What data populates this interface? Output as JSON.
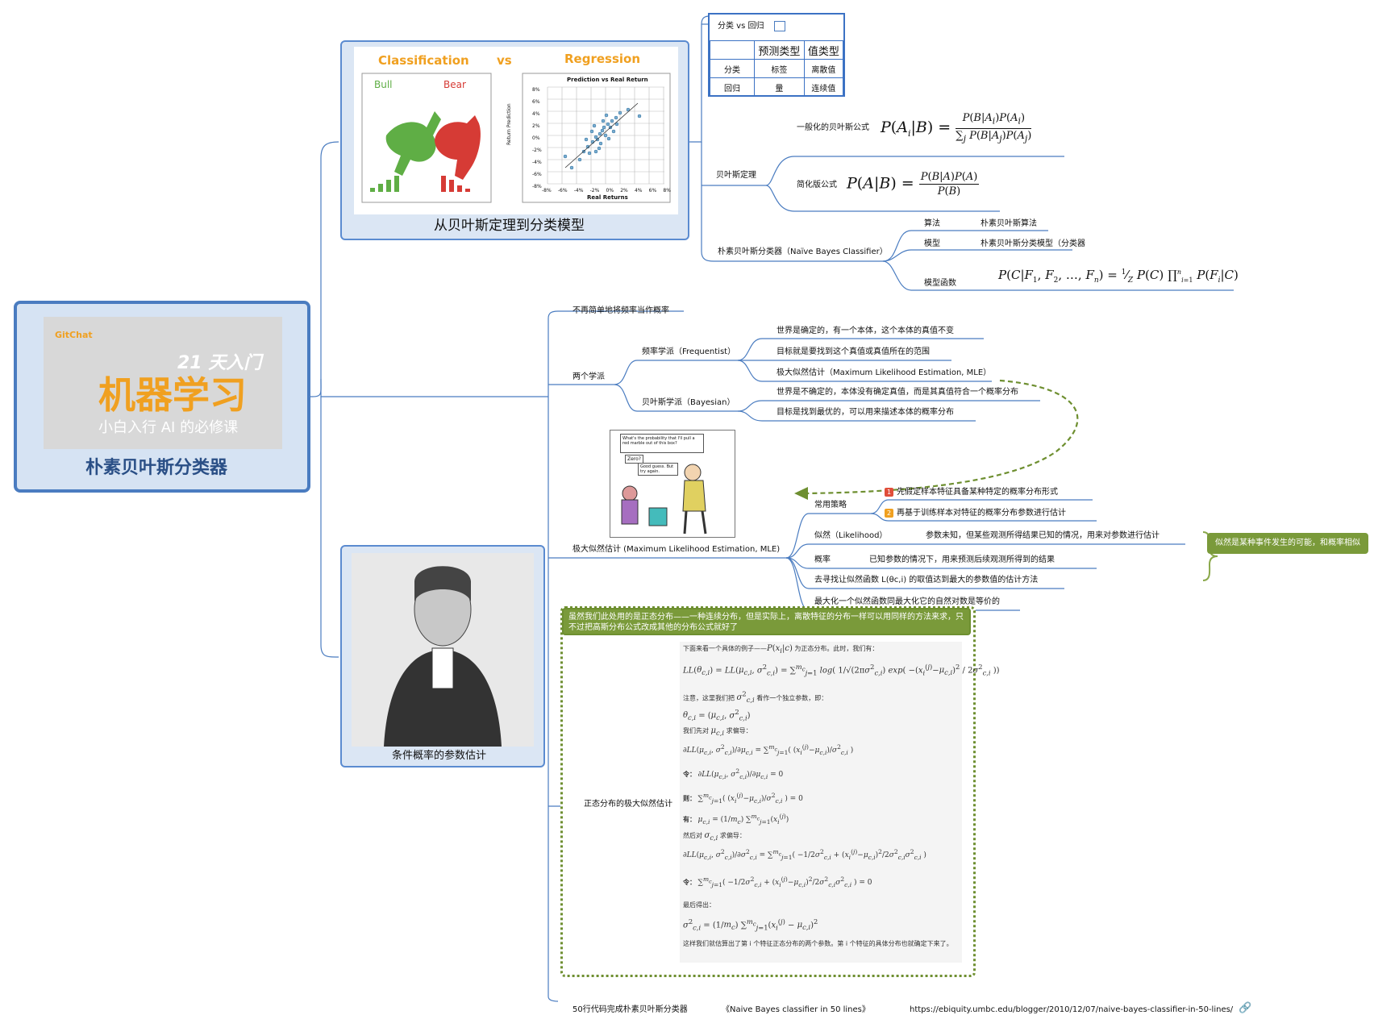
{
  "central": {
    "brand": "GitChat",
    "days": "21 天入门",
    "course": "机器学习",
    "tagline": "小白入行 AI 的必修课",
    "title": "朴素贝叶斯分类器"
  },
  "card_top": {
    "label_classification": "Classification",
    "label_vs": "vs",
    "label_regression": "Regression",
    "label_bull": "Bull",
    "label_bear": "Bear",
    "scatter_title": "Prediction vs Real Return",
    "scatter_xlabel": "Real Returns",
    "scatter_ylabel": "Return Prediction",
    "y_ticks": [
      "8%",
      "6%",
      "4%",
      "2%",
      "0%",
      "-2%",
      "-4%",
      "-6%",
      "-8%"
    ],
    "x_ticks": [
      "-8%",
      "-6%",
      "-4%",
      "-2%",
      "0%",
      "2%",
      "4%",
      "6%",
      "8%"
    ],
    "caption": "从贝叶斯定理到分类模型"
  },
  "card_bottom": {
    "caption": "条件概率的参数估计"
  },
  "table": {
    "title": "分类 vs 回归",
    "headers": [
      "",
      "预测类型",
      "值类型"
    ],
    "rows": [
      [
        "分类",
        "标签",
        "离散值"
      ],
      [
        "回归",
        "量",
        "连续值"
      ]
    ]
  },
  "bayes": {
    "label": "贝叶斯定理",
    "general_label": "一般化的贝叶斯公式",
    "simple_label": "简化版公式"
  },
  "nb": {
    "label": "朴素贝叶斯分类器（Naïve Bayes Classifier）",
    "algo_key": "算法",
    "algo_val": "朴素贝叶斯算法",
    "model_key": "模型",
    "model_val": "朴素贝叶斯分类模型（分类器",
    "func_key": "模型函数"
  },
  "branch2": {
    "not_freq": "不再简单地将频率当作概率",
    "two_schools": "两个学派",
    "freq": "频率学派（Frequentist）",
    "freq_items": [
      "世界是确定的，有一个本体，这个本体的真值不变",
      "目标就是要找到这个真值或真值所在的范围",
      "极大似然估计（Maximum Likelihood Estimation, MLE）"
    ],
    "bayesian": "贝叶斯学派（Bayesian）",
    "bayes_items": [
      "世界是不确定的，本体没有确定真值，而是其真值符合一个概率分布",
      "目标是找到最优的，可以用来描述本体的概率分布"
    ],
    "cartoon_q": "What's the probability that I'll pull a red marble out of this box?",
    "cartoon_a1": "Zero?",
    "cartoon_a2": "Good guess. But try again.",
    "mle": "极大似然估计 (Maximum Likelihood Estimation, MLE)",
    "strategy": "常用策略",
    "strategy_items": [
      {
        "num": "1",
        "text": "先假定样本特征具备某种特定的概率分布形式",
        "color": "#e04e3a"
      },
      {
        "num": "2",
        "text": "再基于训练样本对特征的概率分布参数进行估计",
        "color": "#f0a020"
      }
    ],
    "likelihood": "似然（Likelihood）",
    "likelihood_val": "参数未知，但某些观测所得结果已知的情况，用来对参数进行估计",
    "prob": "概率",
    "prob_val": "已知参数的情况下，用来预测后续观测所得到的结果",
    "find": "去寻找让似然函数 L(θc,i) 的取值达到最大的参数值的估计方法",
    "loglik": "最大化一个似然函数同最大化它的自然对数是等价的",
    "callout": "似然是某种事件发生的可能，和概率相似",
    "normal_note": "虽然我们此处用的是正态分布——一种连续分布，但是实际上，离散特征的分布一样可以用同样的方法来求，只不过把高斯分布公式改成其他的分布公式就好了",
    "normal_label": "正态分布的极大似然估计",
    "deriv": {
      "intro": "下面来看一个具体的例子——",
      "intro2": "为正态分布。此时，我们有：",
      "note_sigma": "注意，这里我们把",
      "note_sigma2": "看作一个独立参数，即：",
      "mu_first": "我们先对",
      "mu_first2": "求偏导：",
      "ling": "令：",
      "ze": "则：",
      "you": "有：",
      "then_sigma": "然后对",
      "then_sigma2": "求偏导：",
      "ling2": "令：",
      "finally": "最后得出：",
      "conclusion": "这样我们就估算出了第 i 个特征正态分布的两个参数。第 i 个特征的具体分布也就确定下来了。"
    },
    "code_label": "50行代码完成朴素贝叶斯分类器",
    "code_title": "《Naive Bayes classifier in 50 lines》",
    "code_url": "https://ebiquity.umbc.edu/blogger/2010/12/07/naive-bayes-classifier-in-50-lines/"
  },
  "colors": {
    "line": "#4a7cc0",
    "accent_orange": "#f0a020",
    "green": "#7a9a3a",
    "bull": "#5fae45",
    "bear": "#d63b35"
  }
}
